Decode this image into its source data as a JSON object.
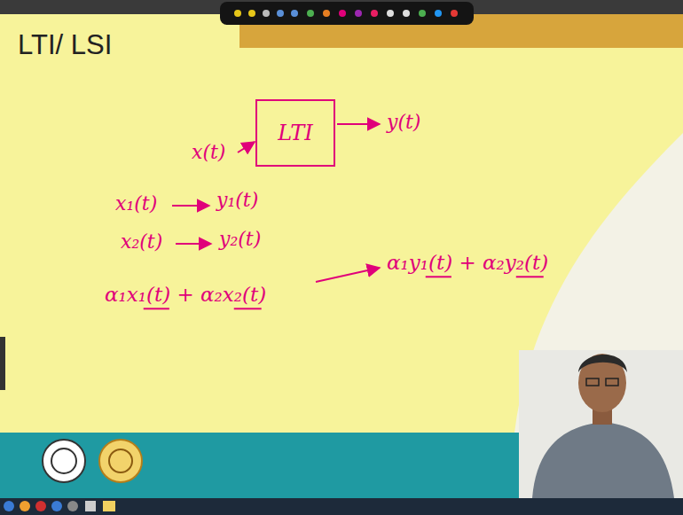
{
  "diagram": {
    "title": "LTI/ LSI",
    "nodes": [
      {
        "text": [
          "LTI"
        ]
      }
    ],
    "labels": [
      "x(t)",
      "y(t)",
      "x₁(t)",
      "y₁(t)",
      "x₂(t)",
      "y₂(t)",
      "α₁x₁(t) + α₂x₂(t)",
      "α₁y₁(t) + α₂y₂(t)"
    ]
  }
}
